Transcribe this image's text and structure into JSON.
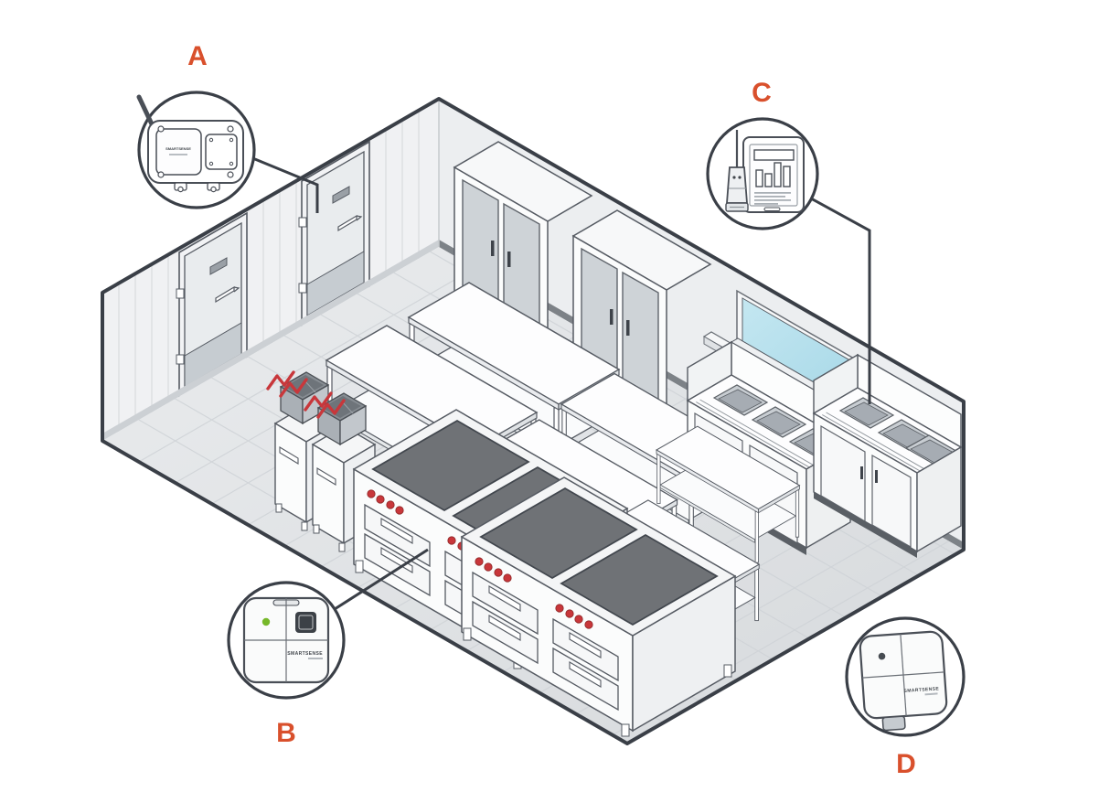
{
  "diagram": {
    "type": "isometric-commercial-kitchen-monitoring-diagram",
    "background_color": "#FFFFFF",
    "accent_color": "#D9502C",
    "outline_color": "#3A3F47",
    "window_color": "#A9DCEC",
    "burner_knob_color": "#C8373B",
    "fryer_handle_color": "#C8373B",
    "callouts": [
      {
        "letter": "A",
        "device": "wireless-gateway-with-antenna",
        "brand": "SMARTSENSE",
        "points_to": "walk-in-cooler-door"
      },
      {
        "letter": "B",
        "device": "wireless-temperature-sensor",
        "brand": "SMARTSENSE",
        "led_color": "#76B82A",
        "points_to": "cooking-range-drawer"
      },
      {
        "letter": "C",
        "device": "tablet-dashboard-with-temperature-probe",
        "brand": "",
        "points_to": "serving-counter"
      },
      {
        "letter": "D",
        "device": "wireless-sensor-with-probe-port",
        "brand": "SMARTSENSE",
        "points_to": ""
      }
    ],
    "scene_objects": [
      "walk-in-door-left",
      "walk-in-door-center",
      "wall-cabinet-1",
      "wall-cabinet-2",
      "prep-tables",
      "deep-fryer-1",
      "deep-fryer-2",
      "cooking-range-1",
      "cooking-range-2",
      "serving-counter-section-1",
      "serving-counter-section-2",
      "pass-through-window",
      "tiled-floor"
    ]
  }
}
